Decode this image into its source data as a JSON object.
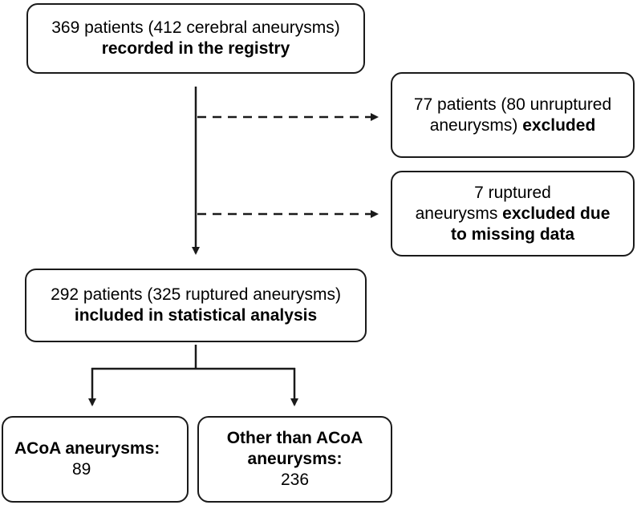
{
  "boxes": {
    "registry": {
      "line1": "369 patients (412 cerebral aneurysms)",
      "line2_bold": "recorded in the registry"
    },
    "unruptured": {
      "line1": "77 patients (80 unruptured",
      "line2_normal": "aneurysms) ",
      "line2_bold": "excluded"
    },
    "missing": {
      "line1": "7 ruptured",
      "line2_normal": "aneurysms ",
      "line2_bold": "excluded due",
      "line3_bold": "to missing data"
    },
    "included": {
      "line1": "292 patients (325 ruptured aneurysms)",
      "line2_bold": "included in statistical analysis"
    },
    "acoa": {
      "label_bold": "ACoA aneurysms:",
      "count": "89"
    },
    "other": {
      "line1_bold": "Other than ACoA",
      "line2_bold": "aneurysms:",
      "count": "236"
    }
  },
  "colors": {
    "border": "#1a1a1a",
    "text": "#000000",
    "background": "#ffffff"
  }
}
